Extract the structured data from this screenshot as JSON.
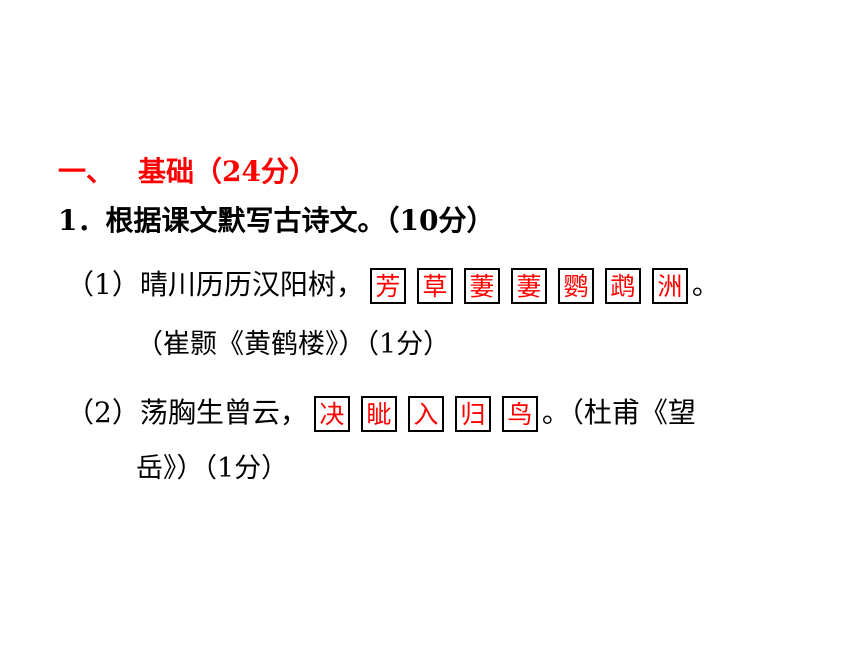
{
  "colors": {
    "accent": "#ff0000",
    "text": "#000000"
  },
  "section": {
    "number": "一、",
    "title": "基础（24分）"
  },
  "question1": {
    "title": "1．根据课文默写古诗文。（10分）"
  },
  "item1": {
    "prefix": "（1）晴川历历汉阳树，",
    "answers": [
      "芳",
      "草",
      "萋",
      "萋",
      "鹦",
      "鹉",
      "洲"
    ],
    "suffix": "。",
    "source": "（崔颢《黄鹤楼》）（1分）"
  },
  "item2": {
    "prefix": "（2）荡胸生曾云，",
    "answers": [
      "决",
      "眦",
      "入",
      "归",
      "鸟"
    ],
    "suffix": "。（杜甫《望",
    "continuation": "岳》）（1分）"
  }
}
